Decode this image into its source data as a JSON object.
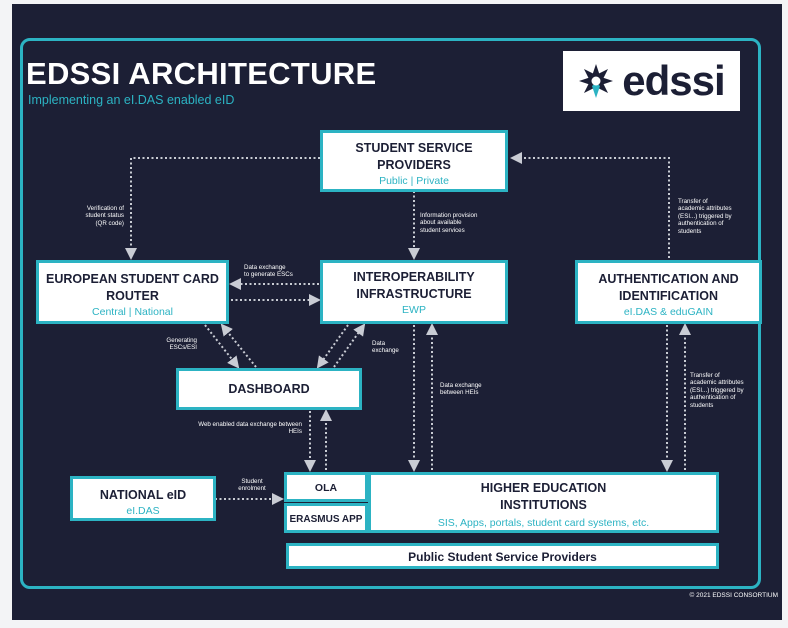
{
  "title": "EDSSI ARCHITECTURE",
  "subtitle": "Implementing an eI.DAS enabled eID",
  "logo": {
    "text": "edssi"
  },
  "boxes": {
    "ssp": {
      "title1": "STUDENT SERVICE",
      "title2": "PROVIDERS",
      "sub": "Public | Private"
    },
    "escr": {
      "title1": "EUROPEAN STUDENT CARD",
      "title2": "ROUTER",
      "sub": "Central | National"
    },
    "interop": {
      "title1": "INTEROPERABILITY",
      "title2": "INFRASTRUCTURE",
      "sub": "EWP"
    },
    "auth": {
      "title1": "AUTHENTICATION AND",
      "title2": "IDENTIFICATION",
      "sub": "eI.DAS & eduGAIN"
    },
    "dashboard": {
      "title": "DASHBOARD"
    },
    "national": {
      "title": "NATIONAL eID",
      "sub": "eI.DAS"
    },
    "ola": {
      "title": "OLA"
    },
    "erasmus": {
      "title": "ERASMUS APP"
    },
    "hei": {
      "title1": "HIGHER EDUCATION",
      "title2": "INSTITUTIONS",
      "sub": "SIS, Apps, portals, student card systems, etc."
    },
    "public_ssp": {
      "title": "Public Student Service Providers"
    }
  },
  "notes": {
    "verification": [
      "Verification of",
      "student status",
      "(QR code)"
    ],
    "info_provision": [
      "Information provision",
      "about available",
      "student services"
    ],
    "transfer_top": [
      "Transfer of",
      "academic attributes",
      "(ESI...) triggered by",
      "authentication of",
      "students"
    ],
    "data_exchange_esc": [
      "Data exchange",
      "to generate ESCs"
    ],
    "generating": [
      "Generating",
      "ESCs/ESI"
    ],
    "data_exchange": [
      "Data",
      "exchange"
    ],
    "data_exchange_heis": [
      "Data exchange",
      "between HEIs"
    ],
    "transfer_bottom": [
      "Transfer of",
      "academic attributes",
      "(ESI...) triggered by",
      "authentication of",
      "students"
    ],
    "web_enabled": [
      "Web enabled data exchange between",
      "HEIs"
    ],
    "student_enrolment": [
      "Student",
      "enrolment"
    ]
  },
  "copyright": "© 2021 EDSSI CONSORTIUM",
  "colors": {
    "background": "#1c1f35",
    "accent": "#2cb3c3",
    "box": "#ffffff",
    "arrow": "#c9ccd4"
  }
}
